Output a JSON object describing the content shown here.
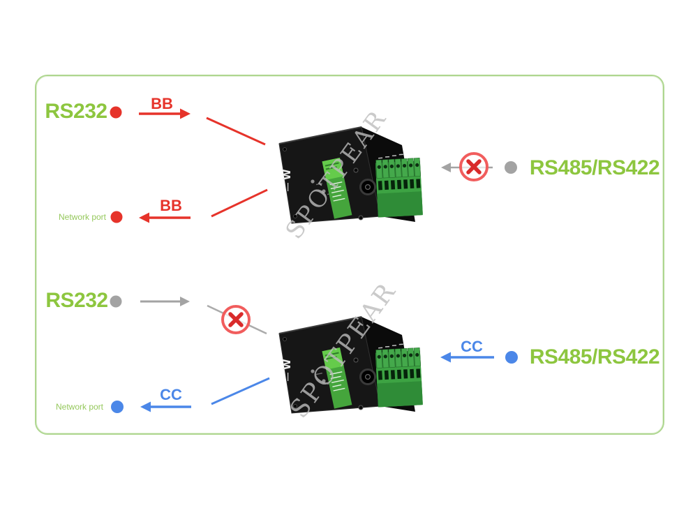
{
  "watermark": {
    "text": "SPOTPEAR"
  },
  "device": {
    "brand_mark": "W"
  },
  "colors": {
    "label_green": "#8dc63f",
    "border_green": "#aed68f",
    "red": "#e6332a",
    "blue": "#4b87e8",
    "gray": "#a3a3a3",
    "cross_ring": "#f15d5d",
    "cross_x": "#d92b2b"
  },
  "scenarios": {
    "top": {
      "source_label": "RS232",
      "payload": "BB",
      "network_label": "Network port",
      "network_payload": "BB",
      "blocked_label": "RS485/RS422"
    },
    "bottom": {
      "blocked_label": "RS232",
      "source_label": "RS485/RS422",
      "payload": "CC",
      "network_label": "Network port",
      "network_payload": "CC"
    }
  }
}
